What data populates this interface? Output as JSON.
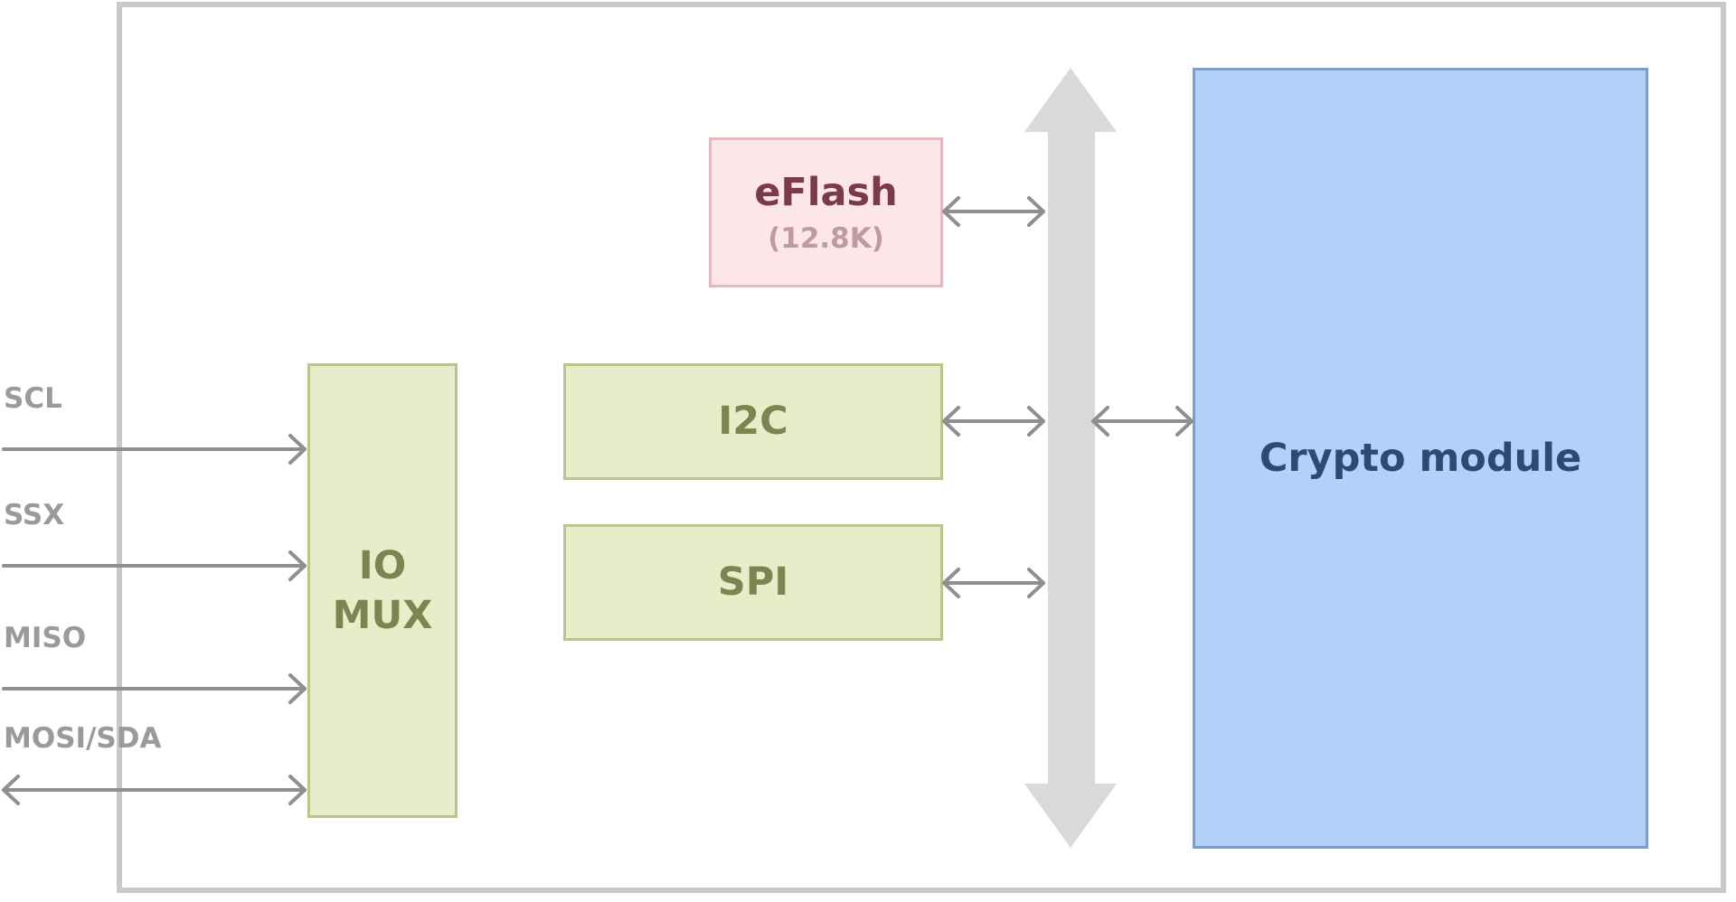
{
  "blocks": {
    "eflash": {
      "title": "eFlash",
      "subtitle": "(12.8K)"
    },
    "io_mux": {
      "line1": "IO",
      "line2": "MUX"
    },
    "i2c": {
      "label": "I2C"
    },
    "spi": {
      "label": "SPI"
    },
    "crypto": {
      "label": "Crypto module"
    }
  },
  "pins": [
    {
      "label": "SCL",
      "direction": "in"
    },
    {
      "label": "SSX",
      "direction": "in"
    },
    {
      "label": "MISO",
      "direction": "in"
    },
    {
      "label": "MOSI/SDA",
      "direction": "bidirectional"
    }
  ],
  "colors": {
    "frame": "#c9c9c9",
    "bus": "#d9d9d9",
    "arrow": "#8f8f8f",
    "green_fill": "#e8edc9",
    "green_text": "#7b8550",
    "eflash_fill": "#fde6ea",
    "eflash_text": "#7a3a4c",
    "crypto_fill": "#b1d1f8",
    "crypto_text": "#2e4a73"
  }
}
